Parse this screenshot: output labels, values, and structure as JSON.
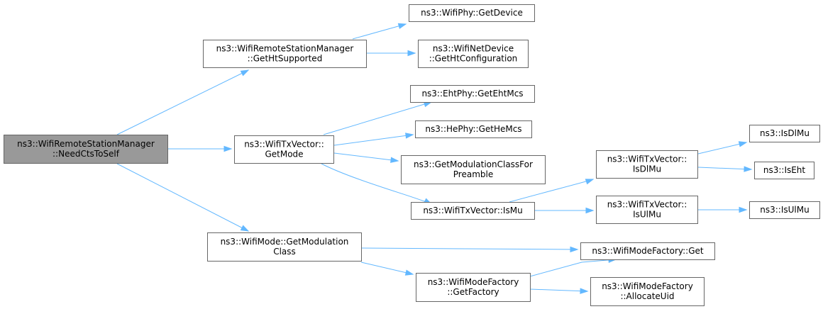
{
  "graph": {
    "nodes": [
      {
        "id": "need_cts",
        "lines": [
          "ns3::WifiRemoteStationManager",
          "::NeedCtsToSelf"
        ],
        "root": true
      },
      {
        "id": "get_ht_supported",
        "lines": [
          "ns3::WifiRemoteStationManager",
          "::GetHtSupported"
        ]
      },
      {
        "id": "get_device",
        "lines": [
          "ns3::WifiPhy::GetDevice"
        ]
      },
      {
        "id": "get_ht_configuration",
        "lines": [
          "ns3::WifiNetDevice",
          "::GetHtConfiguration"
        ]
      },
      {
        "id": "get_mode",
        "lines": [
          "ns3::WifiTxVector::",
          "GetMode"
        ]
      },
      {
        "id": "get_eht_mcs",
        "lines": [
          "ns3::EhtPhy::GetEhtMcs"
        ]
      },
      {
        "id": "get_he_mcs",
        "lines": [
          "ns3::HePhy::GetHeMcs"
        ]
      },
      {
        "id": "get_modclass_preamble",
        "lines": [
          "ns3::GetModulationClassFor",
          "Preamble"
        ]
      },
      {
        "id": "is_mu",
        "lines": [
          "ns3::WifiTxVector::IsMu"
        ]
      },
      {
        "id": "is_dl_mu_vec",
        "lines": [
          "ns3::WifiTxVector::",
          "IsDlMu"
        ]
      },
      {
        "id": "is_ul_mu_vec",
        "lines": [
          "ns3::WifiTxVector::",
          "IsUlMu"
        ]
      },
      {
        "id": "is_dl_mu",
        "lines": [
          "ns3::IsDlMu"
        ]
      },
      {
        "id": "is_eht",
        "lines": [
          "ns3::IsEht"
        ]
      },
      {
        "id": "is_ul_mu",
        "lines": [
          "ns3::IsUlMu"
        ]
      },
      {
        "id": "get_modulation_class",
        "lines": [
          "ns3::WifiMode::GetModulation",
          "Class"
        ]
      },
      {
        "id": "factory_get",
        "lines": [
          "ns3::WifiModeFactory::Get"
        ]
      },
      {
        "id": "get_factory",
        "lines": [
          "ns3::WifiModeFactory",
          "::GetFactory"
        ]
      },
      {
        "id": "allocate_uid",
        "lines": [
          "ns3::WifiModeFactory",
          "::AllocateUid"
        ]
      }
    ],
    "edges": [
      {
        "from": "need_cts",
        "to": "get_ht_supported"
      },
      {
        "from": "need_cts",
        "to": "get_mode"
      },
      {
        "from": "need_cts",
        "to": "get_modulation_class"
      },
      {
        "from": "get_ht_supported",
        "to": "get_device"
      },
      {
        "from": "get_ht_supported",
        "to": "get_ht_configuration"
      },
      {
        "from": "get_mode",
        "to": "get_eht_mcs"
      },
      {
        "from": "get_mode",
        "to": "get_he_mcs"
      },
      {
        "from": "get_mode",
        "to": "get_modclass_preamble"
      },
      {
        "from": "get_mode",
        "to": "is_mu"
      },
      {
        "from": "is_mu",
        "to": "is_dl_mu_vec"
      },
      {
        "from": "is_mu",
        "to": "is_ul_mu_vec"
      },
      {
        "from": "is_dl_mu_vec",
        "to": "is_dl_mu"
      },
      {
        "from": "is_dl_mu_vec",
        "to": "is_eht"
      },
      {
        "from": "is_ul_mu_vec",
        "to": "is_ul_mu"
      },
      {
        "from": "get_modulation_class",
        "to": "factory_get"
      },
      {
        "from": "get_modulation_class",
        "to": "get_factory"
      },
      {
        "from": "get_factory",
        "to": "factory_get"
      },
      {
        "from": "get_factory",
        "to": "allocate_uid"
      }
    ],
    "colors": {
      "root_fill": "#999999",
      "node_fill": "#ffffff",
      "node_border": "#666666",
      "edge": "#63b8ff"
    }
  }
}
